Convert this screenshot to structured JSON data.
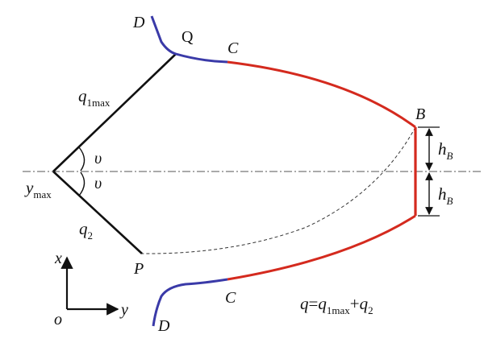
{
  "colors": {
    "black": "#111111",
    "red": "#d42a1e",
    "blue": "#3a3aa8",
    "dashed": "#333333"
  },
  "labels": {
    "D_top": "D",
    "Q": "Q",
    "C_top": "C",
    "B": "B",
    "q1": "q",
    "q1_sub": "1max",
    "upsilon_top": "υ",
    "upsilon_bottom": "υ",
    "y": "y",
    "y_sub": "max",
    "q2": "q",
    "q2_sub": "2",
    "P": "P",
    "C_bottom": "C",
    "D_bottom": "D",
    "hB_top": "h",
    "hB_top_sub": "B",
    "hB_bottom": "h",
    "hB_bottom_sub": "B",
    "axis_x": "x",
    "axis_y": "y",
    "origin": "o",
    "eq_q": "q",
    "eq_equals": "=",
    "eq_q1": "q",
    "eq_q1_sub": "1max",
    "eq_plus": "+",
    "eq_q2": "q",
    "eq_q2_sub": "2"
  }
}
